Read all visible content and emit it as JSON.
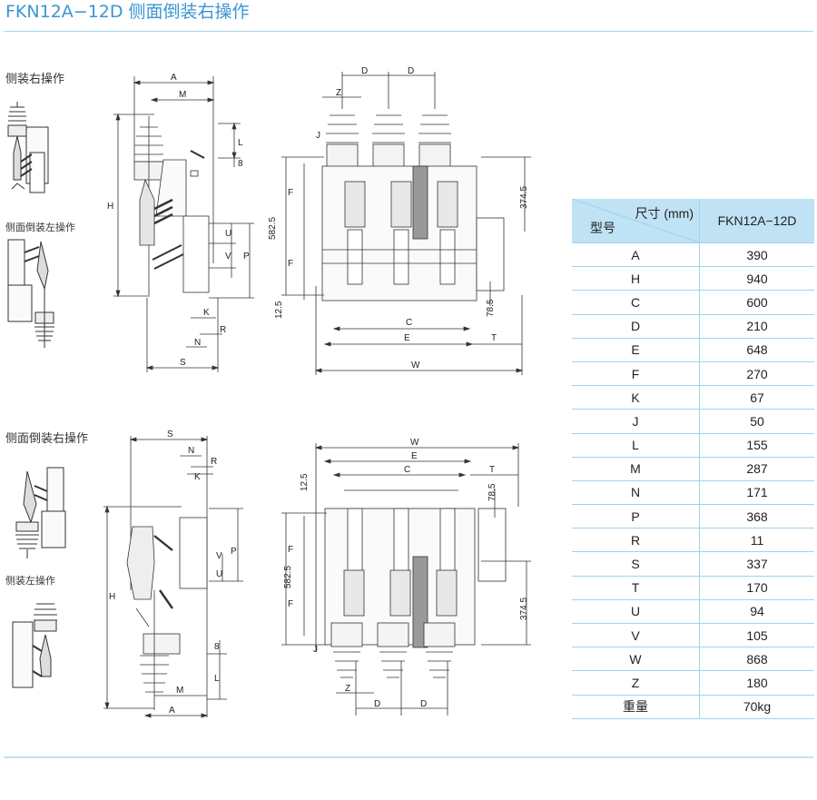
{
  "page": {
    "title": "FKN12A−12D 侧面倒装右操作",
    "accent_color": "#3b96d2",
    "rule_color": "#a9d8f0"
  },
  "sections": {
    "top": {
      "label": "侧装右操作",
      "thumb2_label": "侧面倒装左操作"
    },
    "bottom": {
      "label": "侧面倒装右操作",
      "thumb2_label": "侧装左操作"
    }
  },
  "dims": {
    "A": "A",
    "M": "M",
    "L": "L",
    "eight": "8",
    "H": "H",
    "U": "U",
    "V": "V",
    "P": "P",
    "K": "K",
    "N": "N",
    "R": "R",
    "S": "S",
    "D": "D",
    "Z": "Z",
    "J": "J",
    "F": "F",
    "d5825": "582.5",
    "d125": "12.5",
    "d3745": "374.5",
    "d785": "78.5",
    "C": "C",
    "E": "E",
    "T": "T",
    "W": "W"
  },
  "table": {
    "header_dim": "尺寸 (mm)",
    "header_model_label": "型号",
    "header_model": "FKN12A−12D",
    "rows": [
      {
        "key": "A",
        "value": "390"
      },
      {
        "key": "H",
        "value": "940"
      },
      {
        "key": "C",
        "value": "600"
      },
      {
        "key": "D",
        "value": "210"
      },
      {
        "key": "E",
        "value": "648"
      },
      {
        "key": "F",
        "value": "270"
      },
      {
        "key": "K",
        "value": "67"
      },
      {
        "key": "J",
        "value": "50"
      },
      {
        "key": "L",
        "value": "155"
      },
      {
        "key": "M",
        "value": "287"
      },
      {
        "key": "N",
        "value": "171"
      },
      {
        "key": "P",
        "value": "368"
      },
      {
        "key": "R",
        "value": "11"
      },
      {
        "key": "S",
        "value": "337"
      },
      {
        "key": "T",
        "value": "170"
      },
      {
        "key": "U",
        "value": "94"
      },
      {
        "key": "V",
        "value": "105"
      },
      {
        "key": "W",
        "value": "868"
      },
      {
        "key": "Z",
        "value": "180"
      },
      {
        "key": "重量",
        "value": "70kg"
      }
    ]
  }
}
